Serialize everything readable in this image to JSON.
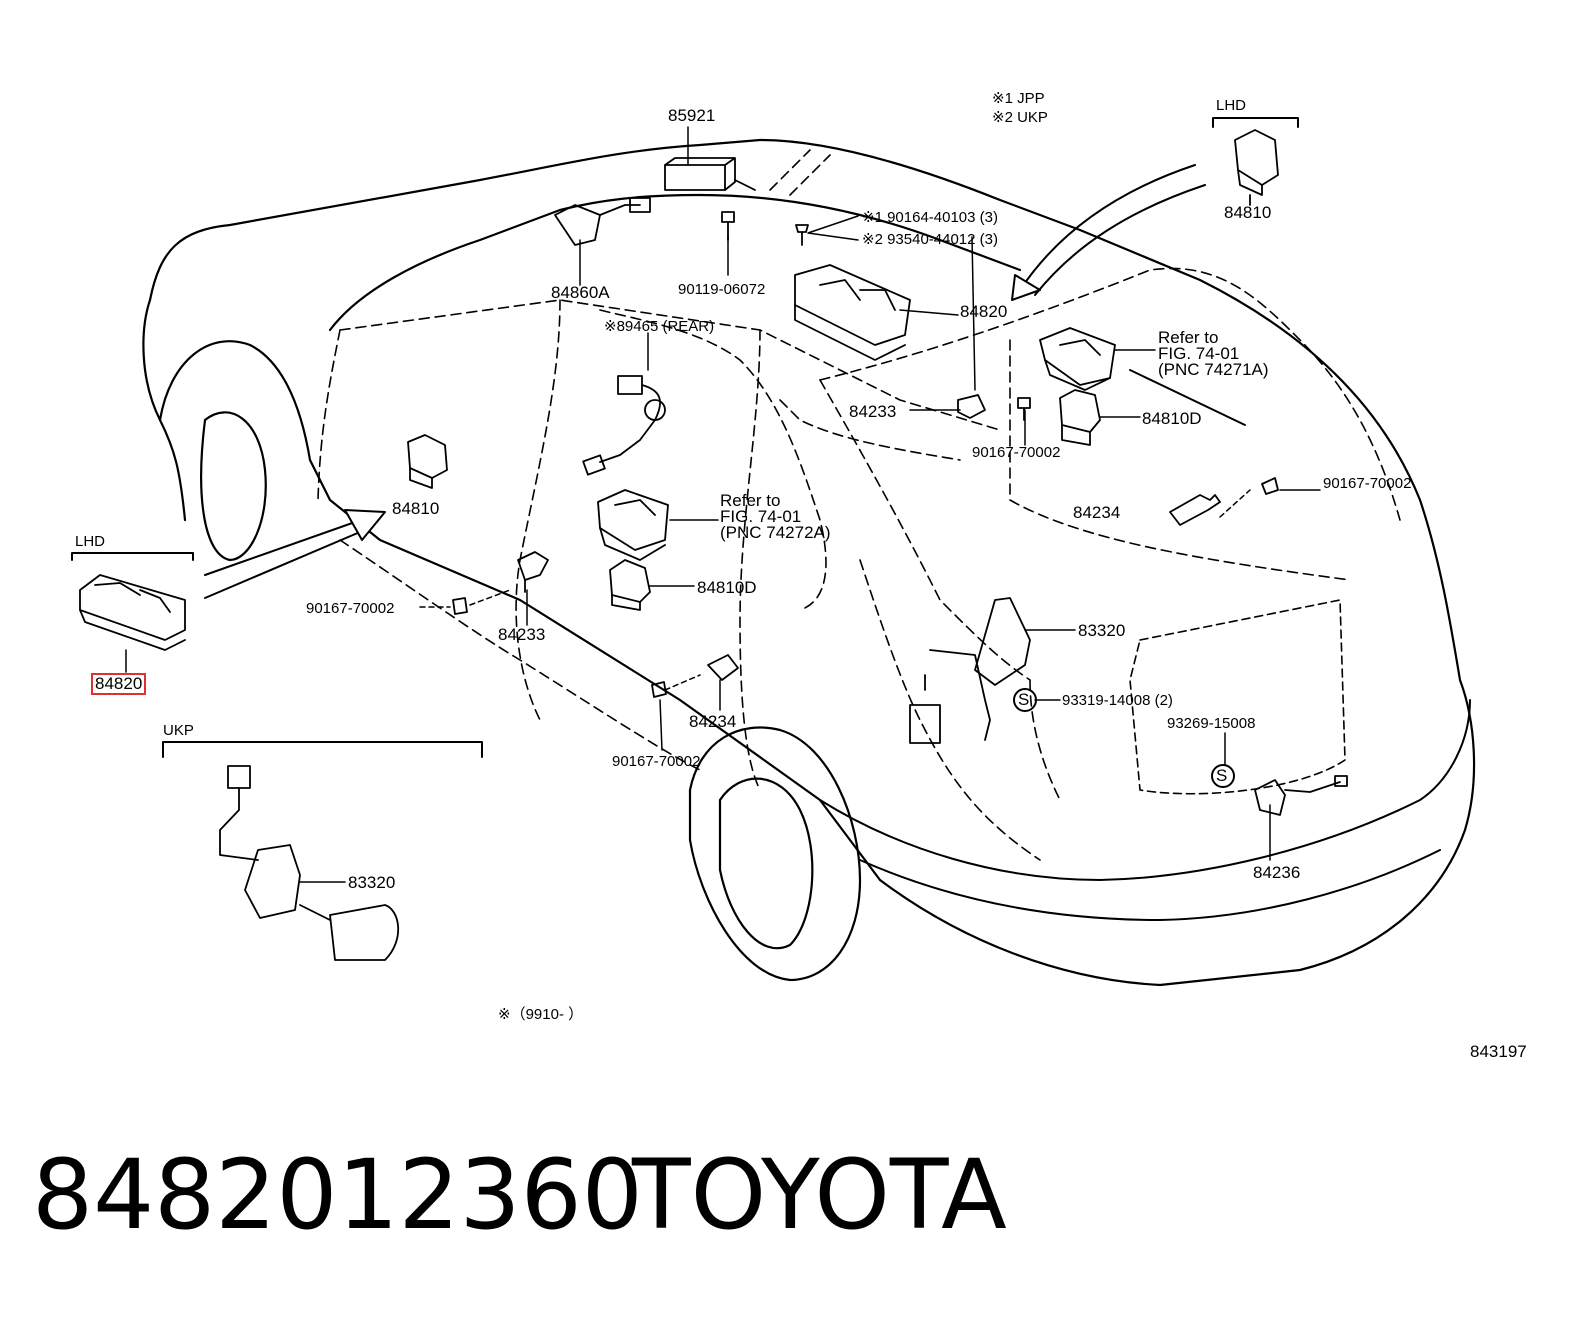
{
  "notes": {
    "note1": "※1  JPP",
    "note2": "※2  UKP",
    "date_range": "※（9910-      ）"
  },
  "region_labels": {
    "lhd_left": "LHD",
    "lhd_right": "LHD",
    "ukp": "UKP"
  },
  "parts": {
    "p85921": "85921",
    "p84860a": "84860A",
    "p90119": "90119-06072",
    "p90164": "※1 90164-40103 (3)",
    "p93540": "※2 93540-44012 (3)",
    "p84820_top": "84820",
    "p84810_right": "84810",
    "p89465": "※89465 (REAR)",
    "p84233_top": "84233",
    "p90167_top": "90167-70002",
    "p84810d_right": "84810D",
    "p84234_right": "84234",
    "p90167_right": "90167-70002",
    "p84810_left": "84810",
    "p84820_lhd": "84820",
    "p90167_left": "90167-70002",
    "p84233_left": "84233",
    "p84810d_center": "84810D",
    "p83320_right": "83320",
    "p93319": "93319-14008 (2)",
    "p93269": "93269-15008",
    "p84234_center": "84234",
    "p90167_bottom": "90167-70002",
    "p84236": "84236",
    "p83320_ukp": "83320"
  },
  "references": {
    "ref_right": [
      "Refer  to",
      "FIG.  74-01",
      "(PNC 74271A)"
    ],
    "ref_center": [
      "Refer  to",
      "FIG.  74-01",
      "(PNC 74272A)"
    ]
  },
  "illustration_code": "843197",
  "caption": {
    "part_number": "8482012360",
    "brand": "TOYOTA"
  }
}
